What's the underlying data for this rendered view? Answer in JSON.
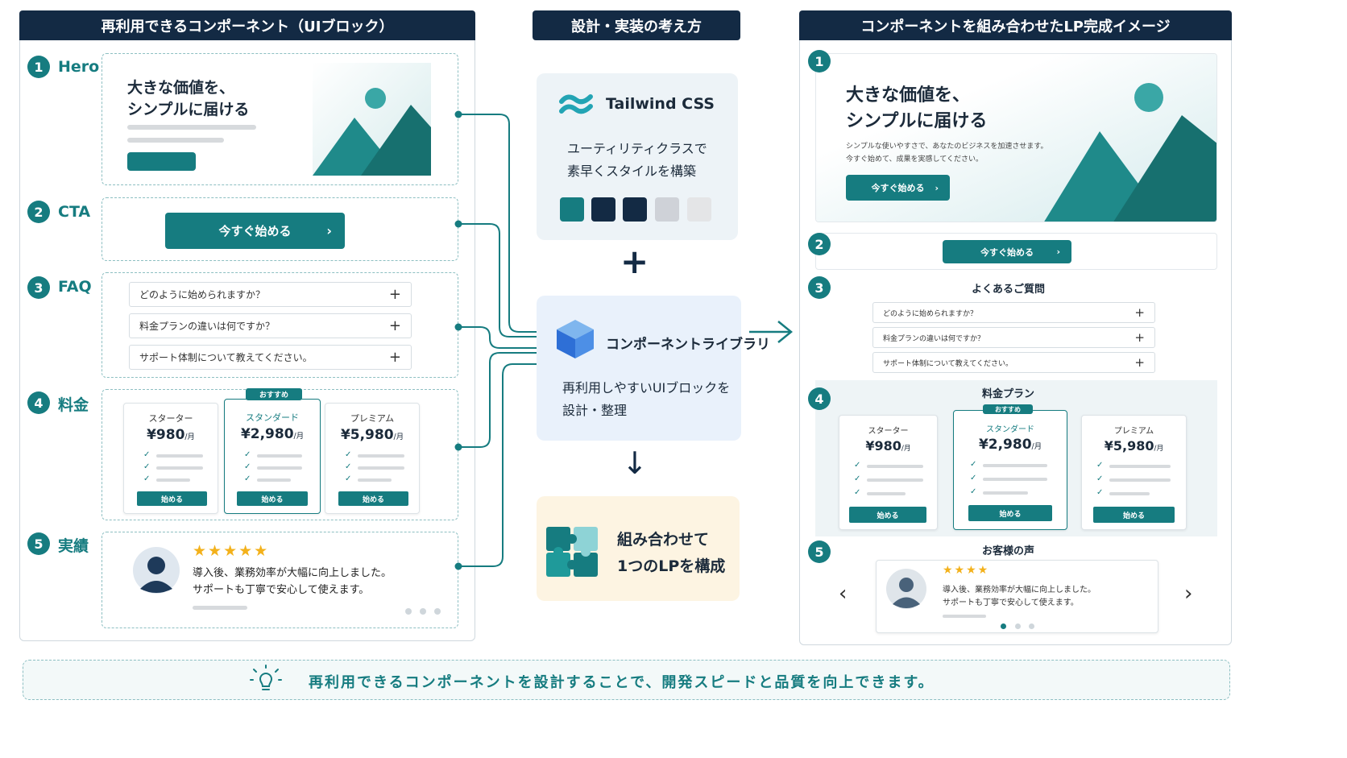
{
  "left": {
    "title": "再利用できるコンポーネント（UIブロック）",
    "sections": [
      {
        "num": "1",
        "label": "Hero"
      },
      {
        "num": "2",
        "label": "CTA"
      },
      {
        "num": "3",
        "label": "FAQ"
      },
      {
        "num": "4",
        "label": "料金"
      },
      {
        "num": "5",
        "label": "実績"
      }
    ],
    "hero": {
      "line1": "大きな価値を、",
      "line2": "シンプルに届ける"
    },
    "cta": {
      "label": "今すぐ始める"
    },
    "faq": [
      "どのように始められますか？",
      "料金プランの違いは何ですか？",
      "サポート体制について教えてください。"
    ],
    "pricing": {
      "recommend_badge": "おすすめ",
      "plans": [
        {
          "name": "スターター",
          "price": "¥980",
          "unit": "/月",
          "button": "始める"
        },
        {
          "name": "スタンダード",
          "price": "¥2,980",
          "unit": "/月",
          "button": "始める"
        },
        {
          "name": "プレミアム",
          "price": "¥5,980",
          "unit": "/月",
          "button": "始める"
        }
      ]
    },
    "testimonial": {
      "stars": "★★★★★",
      "line1": "導入後、業務効率が大幅に向上しました。",
      "line2": "サポートも丁寧で安心して使えます。"
    }
  },
  "middle": {
    "title": "設計・実装の考え方",
    "tailwind": {
      "name": "Tailwind CSS",
      "desc1": "ユーティリティクラスで",
      "desc2": "素早くスタイルを構築"
    },
    "swatch_colors": [
      "#167c80",
      "#132a44",
      "#132a44",
      "#cfd2d8",
      "#e4e5e7"
    ],
    "plus": "+",
    "library": {
      "name": "コンポーネントライブラリ",
      "desc1": "再利用しやすいUIブロックを",
      "desc2": "設計・整理"
    },
    "down_arrow": "↓",
    "combine": {
      "line1": "組み合わせて",
      "line2": "1つのLPを構成"
    }
  },
  "right": {
    "title": "コンポーネントを組み合わせたLP完成イメージ",
    "hero": {
      "line1": "大きな価値を、",
      "line2": "シンプルに届ける",
      "sub1": "シンプルな使いやすさで、あなたのビジネスを加速させます。",
      "sub2": "今すぐ始めて、成果を実感してください。",
      "button": "今すぐ始める"
    },
    "cta_button": "今すぐ始める",
    "faq_title": "よくあるご質問",
    "faq": [
      "どのように始められますか？",
      "料金プランの違いは何ですか？",
      "サポート体制について教えてください。"
    ],
    "pricing_title": "料金プラン",
    "testimonial_title": "お客様の声",
    "testimonial": {
      "stars": "★★★★",
      "line1": "導入後、業務効率が大幅に向上しました。",
      "line2": "サポートも丁寧で安心して使えます。"
    }
  },
  "footer": {
    "message": "再利用できるコンポーネントを設計することで、開発スピードと品質を向上できます。"
  },
  "colors": {
    "teal": "#167c80",
    "navy": "#132a44",
    "star": "#f3b11b"
  }
}
